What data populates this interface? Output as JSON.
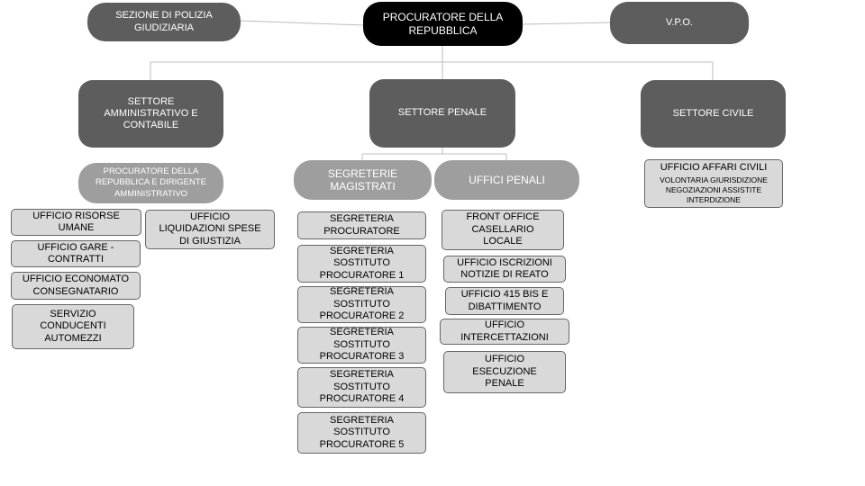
{
  "top": {
    "procuratore": "PROCURATORE DELLA REPUBBLICA",
    "sezione": "SEZIONE DI POLIZIA GIUDIZIARIA",
    "vpo": "V.P.O."
  },
  "sectors": {
    "amministrativo": "SETTORE AMMINISTRATIVO E CONTABILE",
    "penale": "SETTORE PENALE",
    "civile": "SETTORE CIVILE"
  },
  "amministrativo": {
    "head": "PROCURATORE DELLA REPUBBLICA E DIRIGENTE AMMINISTRATIVO",
    "offices": [
      "UFFICIO RISORSE UMANE",
      "UFFICIO GARE - CONTRATTI",
      "UFFICIO ECONOMATO CONSEGNATARIO",
      "SERVIZIO CONDUCENTI AUTOMEZZI"
    ],
    "liquidazioni": "UFFICIO LIQUIDAZIONI SPESE DI GIUSTIZIA"
  },
  "penale": {
    "segreterie_head": "SEGRETERIE MAGISTRATI",
    "uffici_head": "UFFICI PENALI",
    "segreterie": [
      "SEGRETERIA PROCURATORE",
      "SEGRETERIA SOSTITUTO PROCURATORE 1",
      "SEGRETERIA SOSTITUTO PROCURATORE 2",
      "SEGRETERIA SOSTITUTO PROCURATORE 3",
      "SEGRETERIA SOSTITUTO PROCURATORE 4",
      "SEGRETERIA SOSTITUTO PROCURATORE 5"
    ],
    "uffici": [
      "FRONT OFFICE CASELLARIO LOCALE",
      "UFFICIO ISCRIZIONI NOTIZIE DI REATO",
      "UFFICIO 415 BIS E DIBATTIMENTO",
      "UFFICIO INTERCETTAZIONI",
      "UFFICIO ESECUZIONE PENALE"
    ]
  },
  "civile": {
    "title": "UFFICIO AFFARI CIVILI",
    "details": [
      "VOLONTARIA GIURISDIZIONE",
      "NEGOZIAZIONI ASSISTITE",
      "INTERDIZIONE"
    ]
  }
}
